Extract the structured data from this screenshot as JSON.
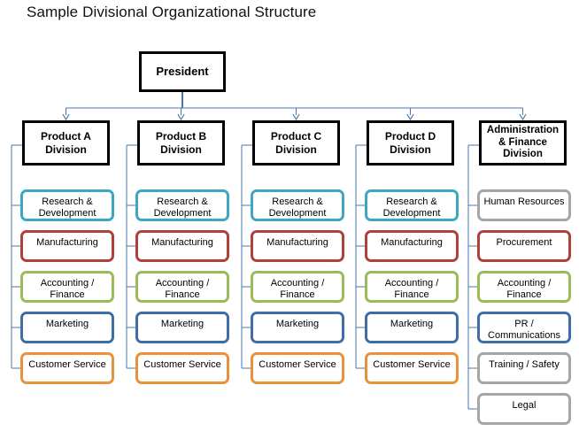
{
  "title": "Sample Divisional Organizational Structure",
  "palette": {
    "background": "#ffffff",
    "text": "#111111",
    "hard_border": "#000000",
    "connector": "#4a77ab",
    "teal": "#3ca6c4",
    "red": "#b0403c",
    "green": "#9bbb59",
    "blue": "#3e6ea5",
    "orange": "#e8913a",
    "gray": "#a6a6a6"
  },
  "root": {
    "label": "President"
  },
  "columns": [
    {
      "id": "product-a",
      "division": "Product A\nDivision",
      "units": [
        {
          "label": "Research &\nDevelopment",
          "color": "teal"
        },
        {
          "label": "Manufacturing",
          "color": "red"
        },
        {
          "label": "Accounting /\nFinance",
          "color": "green"
        },
        {
          "label": "Marketing",
          "color": "blue"
        },
        {
          "label": "Customer Service",
          "color": "orange"
        }
      ]
    },
    {
      "id": "product-b",
      "division": "Product B\nDivision",
      "units": [
        {
          "label": "Research &\nDevelopment",
          "color": "teal"
        },
        {
          "label": "Manufacturing",
          "color": "red"
        },
        {
          "label": "Accounting /\nFinance",
          "color": "green"
        },
        {
          "label": "Marketing",
          "color": "blue"
        },
        {
          "label": "Customer Service",
          "color": "orange"
        }
      ]
    },
    {
      "id": "product-c",
      "division": "Product C\nDivision",
      "units": [
        {
          "label": "Research &\nDevelopment",
          "color": "teal"
        },
        {
          "label": "Manufacturing",
          "color": "red"
        },
        {
          "label": "Accounting /\nFinance",
          "color": "green"
        },
        {
          "label": "Marketing",
          "color": "blue"
        },
        {
          "label": "Customer Service",
          "color": "orange"
        }
      ]
    },
    {
      "id": "product-d",
      "division": "Product D\nDivision",
      "units": [
        {
          "label": "Research &\nDevelopment",
          "color": "teal"
        },
        {
          "label": "Manufacturing",
          "color": "red"
        },
        {
          "label": "Accounting /\nFinance",
          "color": "green"
        },
        {
          "label": "Marketing",
          "color": "blue"
        },
        {
          "label": "Customer Service",
          "color": "orange"
        }
      ]
    },
    {
      "id": "administration-finance",
      "division": "Administration\n& Finance\nDivision",
      "units": [
        {
          "label": "Human Resources",
          "color": "gray"
        },
        {
          "label": "Procurement",
          "color": "red"
        },
        {
          "label": "Accounting /\nFinance",
          "color": "green"
        },
        {
          "label": "PR /\nCommunications",
          "color": "blue"
        },
        {
          "label": "Training / Safety",
          "color": "gray"
        },
        {
          "label": "Legal",
          "color": "gray"
        }
      ]
    }
  ],
  "chart_data": {
    "type": "diagram",
    "diagram_type": "organizational-chart",
    "title": "Sample Divisional Organizational Structure",
    "levels": 3,
    "nodes": [
      {
        "id": "president",
        "label": "President",
        "level": 0,
        "parent": null
      },
      {
        "id": "product-a",
        "label": "Product A Division",
        "level": 1,
        "parent": "president"
      },
      {
        "id": "product-b",
        "label": "Product B Division",
        "level": 1,
        "parent": "president"
      },
      {
        "id": "product-c",
        "label": "Product C Division",
        "level": 1,
        "parent": "president"
      },
      {
        "id": "product-d",
        "label": "Product D Division",
        "level": 1,
        "parent": "president"
      },
      {
        "id": "administration-finance",
        "label": "Administration & Finance Division",
        "level": 1,
        "parent": "president"
      },
      {
        "id": "a-rd",
        "label": "Research & Development",
        "level": 2,
        "parent": "product-a"
      },
      {
        "id": "a-mfg",
        "label": "Manufacturing",
        "level": 2,
        "parent": "product-a"
      },
      {
        "id": "a-acct",
        "label": "Accounting / Finance",
        "level": 2,
        "parent": "product-a"
      },
      {
        "id": "a-mkt",
        "label": "Marketing",
        "level": 2,
        "parent": "product-a"
      },
      {
        "id": "a-cs",
        "label": "Customer Service",
        "level": 2,
        "parent": "product-a"
      },
      {
        "id": "b-rd",
        "label": "Research & Development",
        "level": 2,
        "parent": "product-b"
      },
      {
        "id": "b-mfg",
        "label": "Manufacturing",
        "level": 2,
        "parent": "product-b"
      },
      {
        "id": "b-acct",
        "label": "Accounting / Finance",
        "level": 2,
        "parent": "product-b"
      },
      {
        "id": "b-mkt",
        "label": "Marketing",
        "level": 2,
        "parent": "product-b"
      },
      {
        "id": "b-cs",
        "label": "Customer Service",
        "level": 2,
        "parent": "product-b"
      },
      {
        "id": "c-rd",
        "label": "Research & Development",
        "level": 2,
        "parent": "product-c"
      },
      {
        "id": "c-mfg",
        "label": "Manufacturing",
        "level": 2,
        "parent": "product-c"
      },
      {
        "id": "c-acct",
        "label": "Accounting / Finance",
        "level": 2,
        "parent": "product-c"
      },
      {
        "id": "c-mkt",
        "label": "Marketing",
        "level": 2,
        "parent": "product-c"
      },
      {
        "id": "c-cs",
        "label": "Customer Service",
        "level": 2,
        "parent": "product-c"
      },
      {
        "id": "d-rd",
        "label": "Research & Development",
        "level": 2,
        "parent": "product-d"
      },
      {
        "id": "d-mfg",
        "label": "Manufacturing",
        "level": 2,
        "parent": "product-d"
      },
      {
        "id": "d-acct",
        "label": "Accounting / Finance",
        "level": 2,
        "parent": "product-d"
      },
      {
        "id": "d-mkt",
        "label": "Marketing",
        "level": 2,
        "parent": "product-d"
      },
      {
        "id": "d-cs",
        "label": "Customer Service",
        "level": 2,
        "parent": "product-d"
      },
      {
        "id": "af-hr",
        "label": "Human Resources",
        "level": 2,
        "parent": "administration-finance"
      },
      {
        "id": "af-proc",
        "label": "Procurement",
        "level": 2,
        "parent": "administration-finance"
      },
      {
        "id": "af-acct",
        "label": "Accounting / Finance",
        "level": 2,
        "parent": "administration-finance"
      },
      {
        "id": "af-pr",
        "label": "PR / Communications",
        "level": 2,
        "parent": "administration-finance"
      },
      {
        "id": "af-train",
        "label": "Training / Safety",
        "level": 2,
        "parent": "administration-finance"
      },
      {
        "id": "af-legal",
        "label": "Legal",
        "level": 2,
        "parent": "administration-finance"
      }
    ]
  }
}
